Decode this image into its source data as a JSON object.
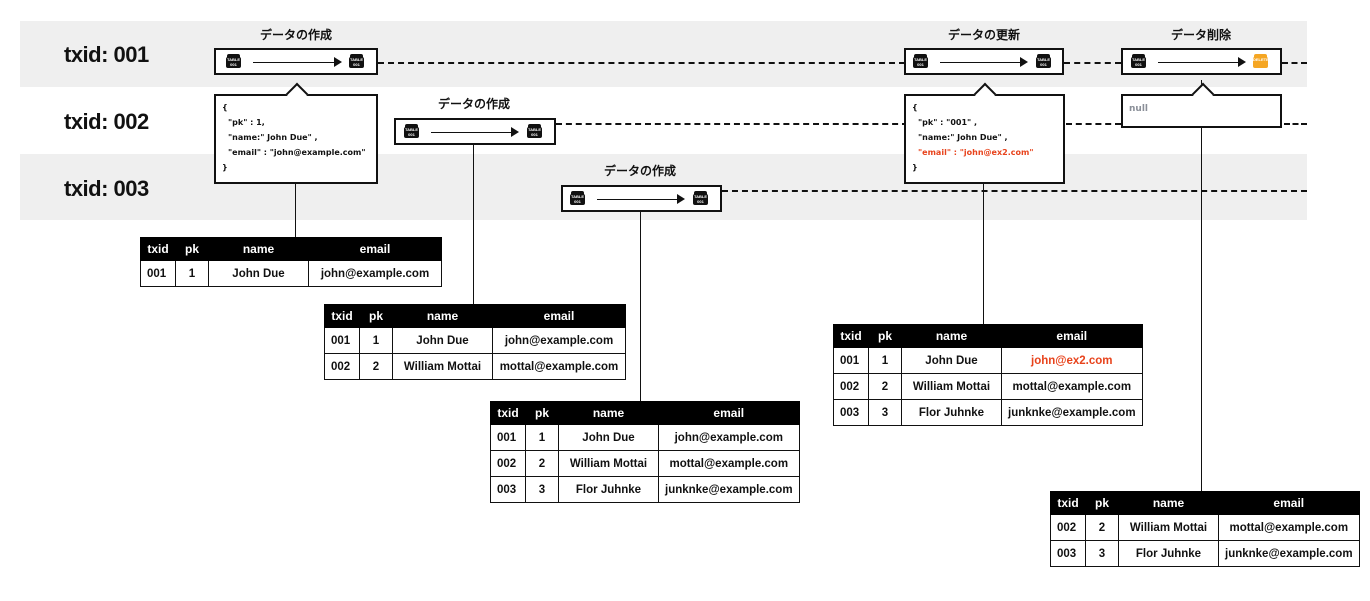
{
  "rows": [
    {
      "label": "txid: 001"
    },
    {
      "label": "txid: 002"
    },
    {
      "label": "txid: 003"
    }
  ],
  "operations": {
    "op1": {
      "title": "データの作成",
      "icon_from": "TABLE 001",
      "icon_to": "TABLE 001"
    },
    "op2": {
      "title": "データの作成",
      "icon_from": "TABLE 001",
      "icon_to": "TABLE 001"
    },
    "op3": {
      "title": "データの作成",
      "icon_from": "TABLE 001",
      "icon_to": "TABLE 001"
    },
    "op4": {
      "title": "データの更新",
      "icon_from": "TABLE 001",
      "icon_to": "TABLE 001"
    },
    "op5": {
      "title": "データ削除",
      "icon_from": "TABLE 001",
      "icon_to": "DELETE"
    }
  },
  "callouts": {
    "create": {
      "l1": "{",
      "l2": "\"pk\" : 1,",
      "l3": "\"name:\"  John Due\" ,",
      "l4": "\"email\" : \"john@example.com\"",
      "l5": "}"
    },
    "update": {
      "l1": "{",
      "l2": "\"pk\" : \"001\" ,",
      "l3": "\"name:\"  John Due\" ,",
      "l4": "\"email\" : \"john@ex2.com\"",
      "l5": "}"
    },
    "delete": {
      "l1": "null"
    }
  },
  "tables": {
    "headers": [
      "txid",
      "pk",
      "name",
      "email"
    ],
    "t1": [
      [
        "001",
        "1",
        "John Due",
        "john@example.com"
      ]
    ],
    "t2": [
      [
        "001",
        "1",
        "John Due",
        "john@example.com"
      ],
      [
        "002",
        "2",
        "William Mottai",
        "mottal@example.com"
      ]
    ],
    "t3": [
      [
        "001",
        "1",
        "John Due",
        "john@example.com"
      ],
      [
        "002",
        "2",
        "William Mottai",
        "mottal@example.com"
      ],
      [
        "003",
        "3",
        "Flor Juhnke",
        "junknke@example.com"
      ]
    ],
    "t4": [
      [
        "001",
        "1",
        "John Due",
        "john@ex2.com"
      ],
      [
        "002",
        "2",
        "William Mottai",
        "mottal@example.com"
      ],
      [
        "003",
        "3",
        "Flor Juhnke",
        "junknke@example.com"
      ]
    ],
    "t5": [
      [
        "002",
        "2",
        "William Mottai",
        "mottal@example.com"
      ],
      [
        "003",
        "3",
        "Flor Juhnke",
        "junknke@example.com"
      ]
    ]
  },
  "colors": {
    "highlight": "#e8431c",
    "delete_icon": "#f5a623",
    "band": "#efefef"
  }
}
